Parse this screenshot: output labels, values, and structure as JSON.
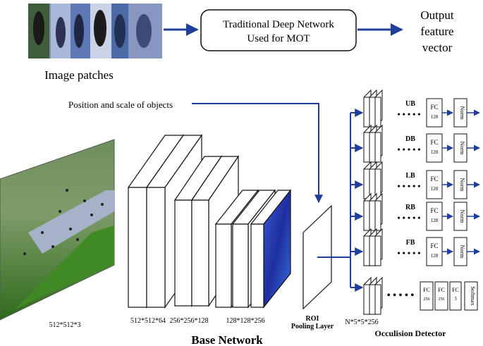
{
  "top": {
    "patches_label": "Image patches",
    "mot_box_line1": "Traditional Deep Network",
    "mot_box_line2": "Used for MOT",
    "output_line1": "Output",
    "output_line2": "feature",
    "output_line3": "vector"
  },
  "position_label": "Position and scale of objects",
  "sizes": {
    "input": "512*512*3",
    "stage1": "512*512*64",
    "stage2": "256*256*128",
    "stage3": "128*128*256",
    "roi": "N*5*5*256"
  },
  "roi_line1": "ROI",
  "roi_line2": "Pooling Layer",
  "base_network": "Base Network",
  "occlusion_detector": "Occulision Detector",
  "branches": [
    {
      "name": "UB",
      "fc": "FC",
      "fc_size": "128",
      "norm": "Norm"
    },
    {
      "name": "DB",
      "fc": "FC",
      "fc_size": "128",
      "norm": "Norm"
    },
    {
      "name": "LB",
      "fc": "FC",
      "fc_size": "128",
      "norm": "Norm"
    },
    {
      "name": "RB",
      "fc": "FC",
      "fc_size": "128",
      "norm": "Norm"
    },
    {
      "name": "FB",
      "fc": "FC",
      "fc_size": "128",
      "norm": "Norm"
    }
  ],
  "detector_row": {
    "fc1": "FC",
    "fc1_size": "256",
    "fc2": "FC",
    "fc2_size": "256",
    "fc3": "FC",
    "fc3_size": "3",
    "softmax": "Softmax"
  },
  "colors": {
    "arrow": "#1f3f9a",
    "line": "#111111",
    "feature_map": "#2c46b8",
    "grass": "#4e8a2c"
  }
}
